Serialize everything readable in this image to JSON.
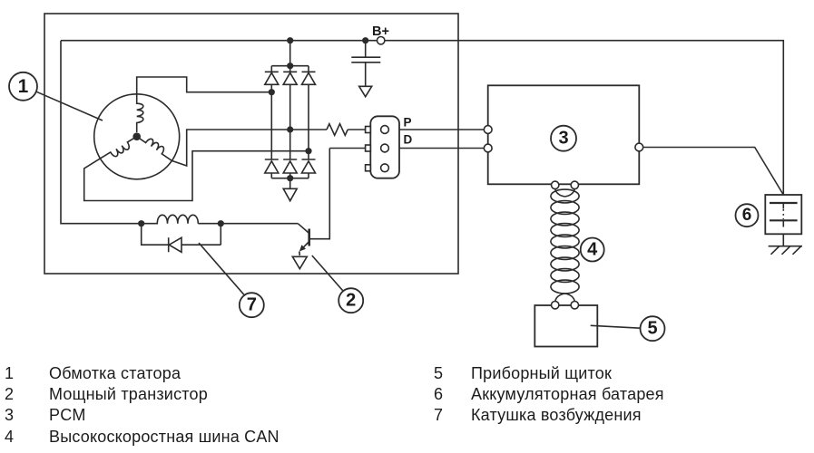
{
  "diagram": {
    "b_plus_label": "B+",
    "connector_pins": {
      "p": "P",
      "d": "D"
    },
    "callouts": {
      "c1": "1",
      "c2": "2",
      "c3": "3",
      "c4": "4",
      "c5": "5",
      "c6": "6",
      "c7": "7"
    }
  },
  "legend": {
    "left": [
      {
        "num": "1",
        "label": "Обмотка статора"
      },
      {
        "num": "2",
        "label": "Мощный транзистор"
      },
      {
        "num": "3",
        "label": "PCM"
      },
      {
        "num": "4",
        "label": "Высокоскоростная шина CAN"
      }
    ],
    "right": [
      {
        "num": "5",
        "label": "Приборный щиток"
      },
      {
        "num": "6",
        "label": "Аккумуляторная батарея"
      },
      {
        "num": "7",
        "label": "Катушка возбуждения"
      }
    ]
  },
  "colors": {
    "line": "#2b2b2b",
    "text": "#1a1a1a",
    "background": "#ffffff"
  }
}
